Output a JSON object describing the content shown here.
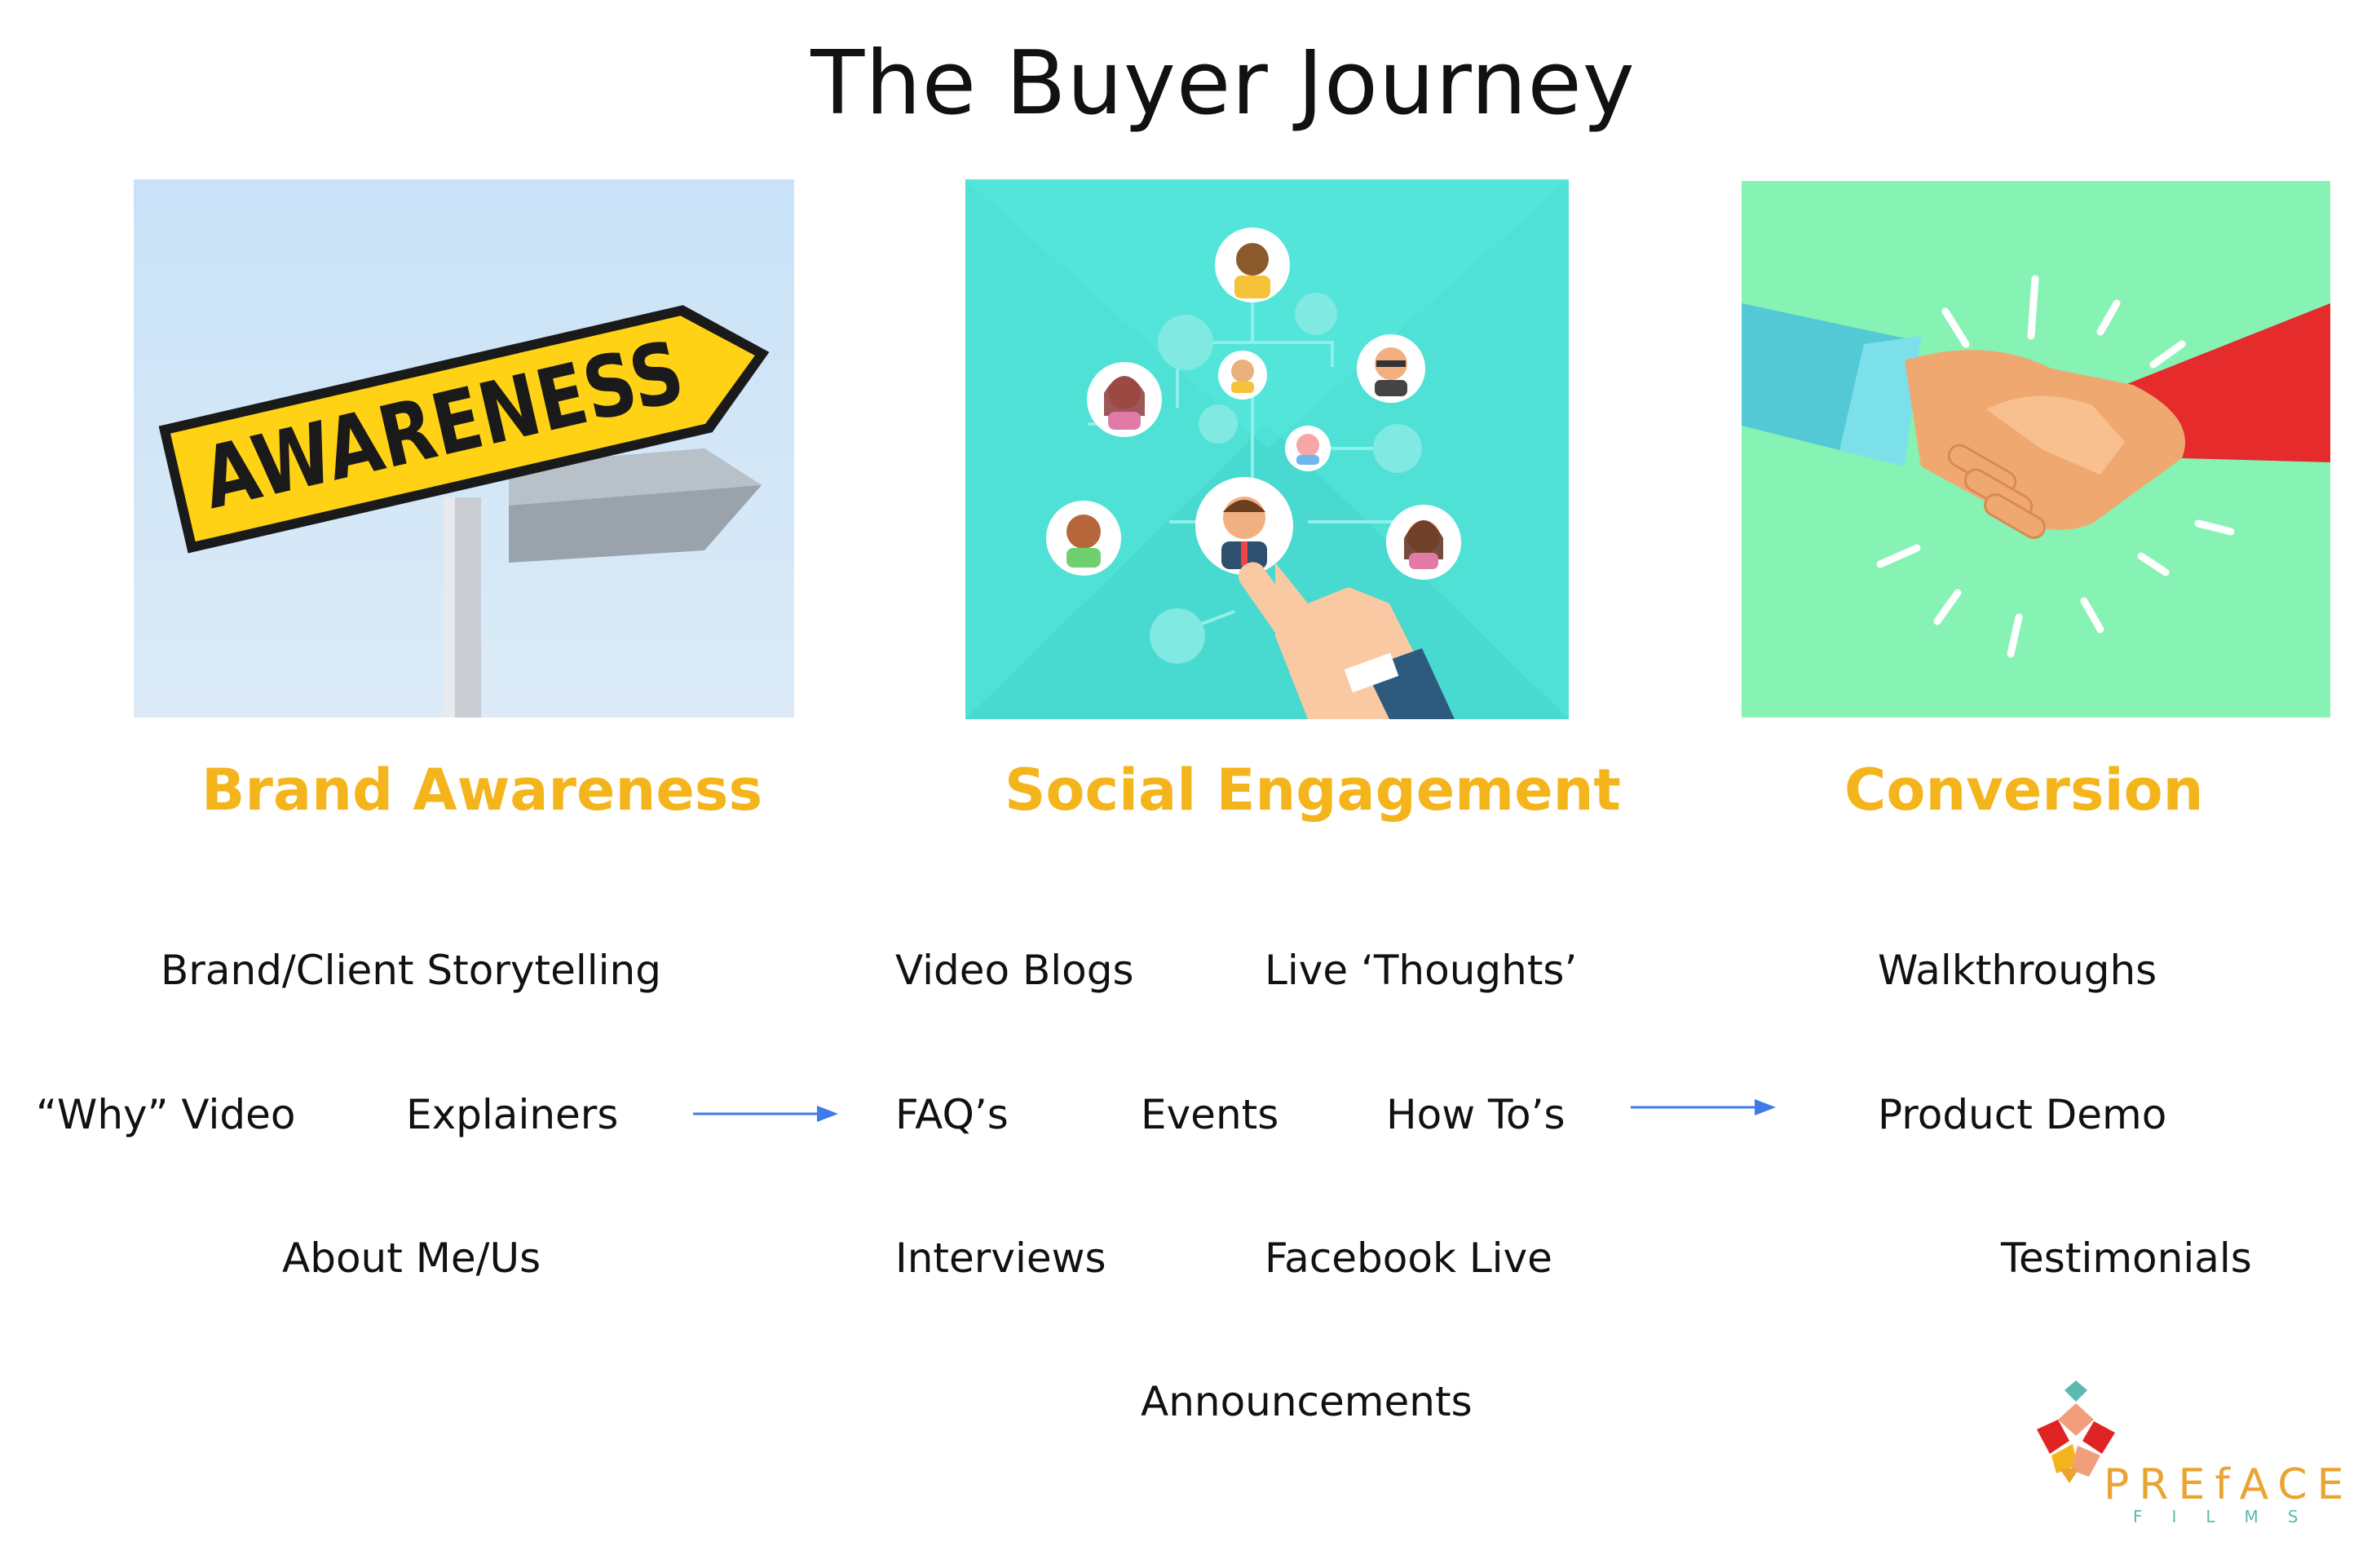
{
  "title": "The Buyer Journey",
  "stages": [
    {
      "heading": "Brand Awareness",
      "image_sign_text": "AWARENESS",
      "items": [
        "Brand/Client Storytelling",
        "“Why” Video",
        "Explainers",
        "About Me/Us"
      ]
    },
    {
      "heading": "Social Engagement",
      "items": [
        "Video Blogs",
        "Live ‘Thoughts’",
        "FAQ’s",
        "Events",
        "How To’s",
        "Interviews",
        "Facebook Live",
        "Announcements"
      ]
    },
    {
      "heading": "Conversion",
      "items": [
        "Walkthroughs",
        "Product Demo",
        "Testimonials"
      ]
    }
  ],
  "logo": {
    "name": "PREfACE",
    "sub": "FILMS"
  },
  "colors": {
    "heading": "#F4B41B",
    "arrow": "#3E7BE8",
    "awareness_sky": "#CFE4F6",
    "social_bg": "#4FE0D6",
    "conversion_bg": "#86F2B4"
  },
  "icons": [
    "awareness-sign-icon",
    "social-network-icon",
    "handshake-icon",
    "right-arrow-icon",
    "preface-films-logo"
  ]
}
